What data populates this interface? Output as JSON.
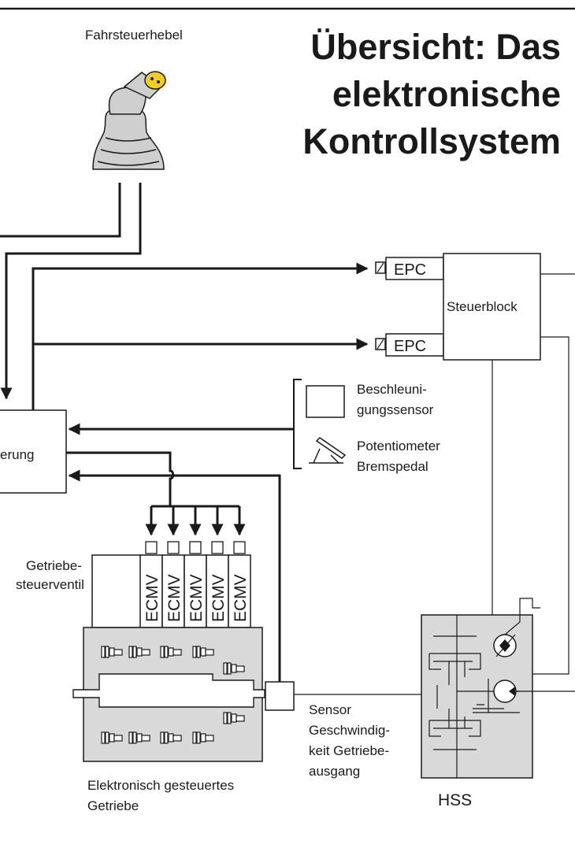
{
  "title": {
    "line1": "Übersicht: Das",
    "line2": "elektronische",
    "line3": "Kontrollsystem"
  },
  "labels": {
    "joystick": "Fahrsteuerhebel",
    "control_unit_partial": "erung",
    "control_block": "Steuerblock",
    "epc_top": "EPC",
    "epc_bottom": "EPC",
    "accel_sensor_1": "Beschleuni-",
    "accel_sensor_2": "gungssensor",
    "brake_pot_1": "Potentiometer",
    "brake_pot_2": "Bremspedal",
    "trans_valve_1": "Getriebe-",
    "trans_valve_2": "steuerventil",
    "ecmv": [
      "ECMV",
      "ECMV",
      "ECMV",
      "ECMV",
      "ECMV"
    ],
    "speed_sensor_1": "Sensor",
    "speed_sensor_2": "Geschwindig-",
    "speed_sensor_3": "keit Getriebe-",
    "speed_sensor_4": "ausgang",
    "transmission_1": "Elektronisch gesteuertes",
    "transmission_2": "Getriebe",
    "hss": "HSS"
  },
  "colors": {
    "line": "#1a1a1a",
    "panel_fill": "#d9d9d9",
    "joystick_fill": "#cfcfcf",
    "joystick_knob": "#f2cc1e"
  }
}
